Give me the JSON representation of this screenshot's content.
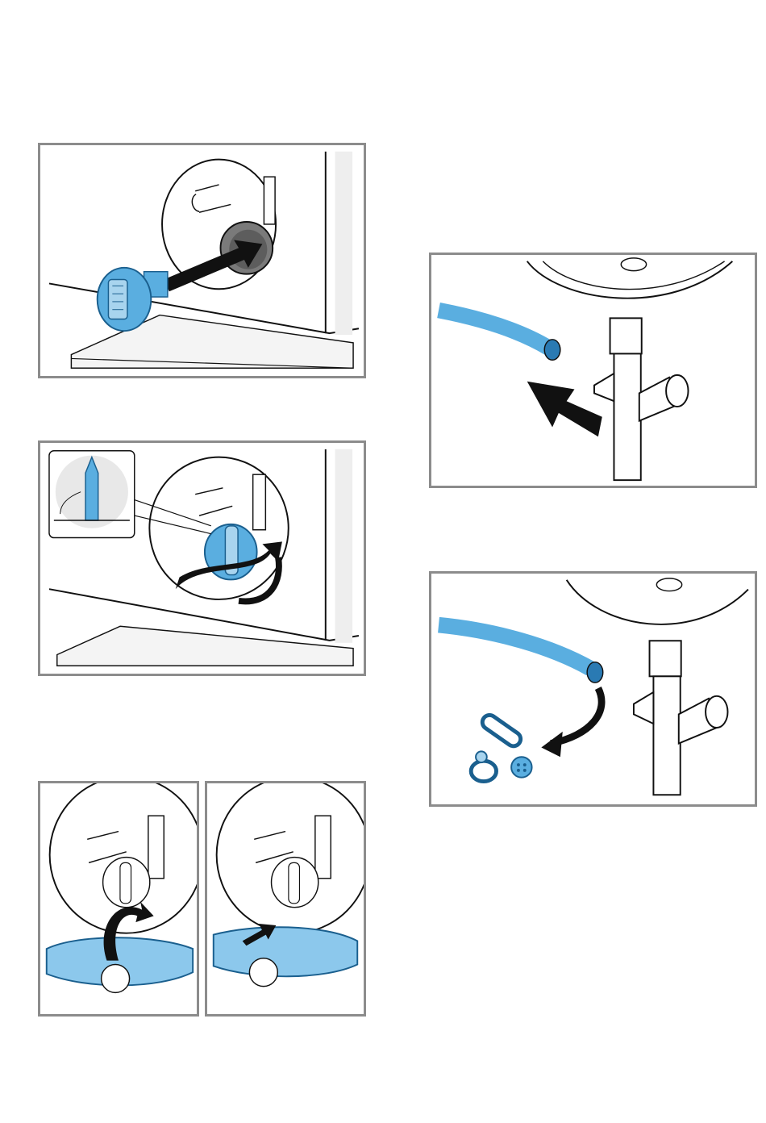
{
  "page": {
    "background": "#ffffff",
    "frame_color": "#8c8c8c",
    "accent_blue": "#5aaee0",
    "accent_blue_light": "#a8d4ee",
    "accent_blue_dark": "#1a5f8e",
    "arrow_color": "#111111"
  },
  "figures": [
    {
      "id": "figure-insert-pump-filter",
      "icons": [
        "pump-filter-icon",
        "push-arrow-icon"
      ]
    },
    {
      "id": "figure-turn-pump-filter",
      "icons": [
        "filter-detail-inset",
        "rotate-arrow-icon"
      ]
    },
    {
      "id": "figure-maintenance-flap-hinge",
      "icons": [
        "flap-icon",
        "curved-arrow-icon"
      ],
      "marker": ""
    },
    {
      "id": "figure-maintenance-flap-close",
      "icons": [
        "flap-icon",
        "push-arrow-icon"
      ],
      "marker": ""
    },
    {
      "id": "figure-connect-drain-hose",
      "icons": [
        "drain-hose-icon",
        "siphon-icon",
        "push-arrow-icon"
      ]
    },
    {
      "id": "figure-foreign-objects",
      "icons": [
        "drain-hose-icon",
        "paper-clip-icon",
        "ring-icon",
        "button-icon",
        "siphon-icon"
      ]
    }
  ]
}
